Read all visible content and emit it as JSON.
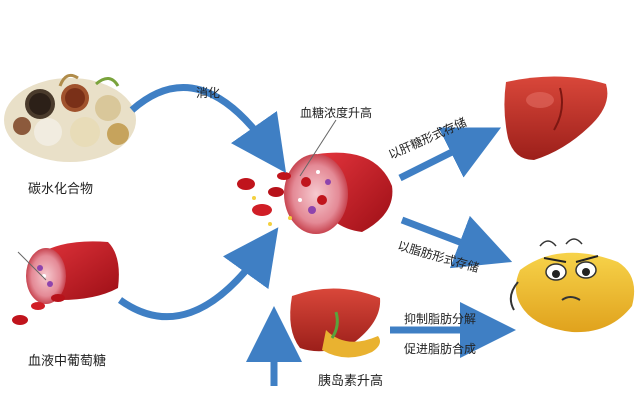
{
  "labels": {
    "carbohydrate": "碳水化合物",
    "digestion": "消化",
    "blood_sugar_rise": "血糖浓度升高",
    "store_as_glycogen": "以肝糖形式存储",
    "store_as_fat": "以脂肪形式存储",
    "blood_glucose": "血液中葡萄糖",
    "insulin_rise": "胰岛素升高",
    "inhibit_fat_breakdown": "抑制脂肪分解",
    "promote_fat_synthesis": "促进脂肪合成"
  },
  "colors": {
    "arrow_blue": "#3f7fc4",
    "vessel_red": "#c8202a",
    "liver_red": "#c0392b",
    "fat_liver_yellow": "#f2c12e",
    "pancreas_yellow": "#e9b230"
  },
  "icons": [
    "grain-bowls-icon",
    "blood-vessel-icon",
    "liver-icon",
    "fatty-liver-icon",
    "pancreas-icon"
  ]
}
